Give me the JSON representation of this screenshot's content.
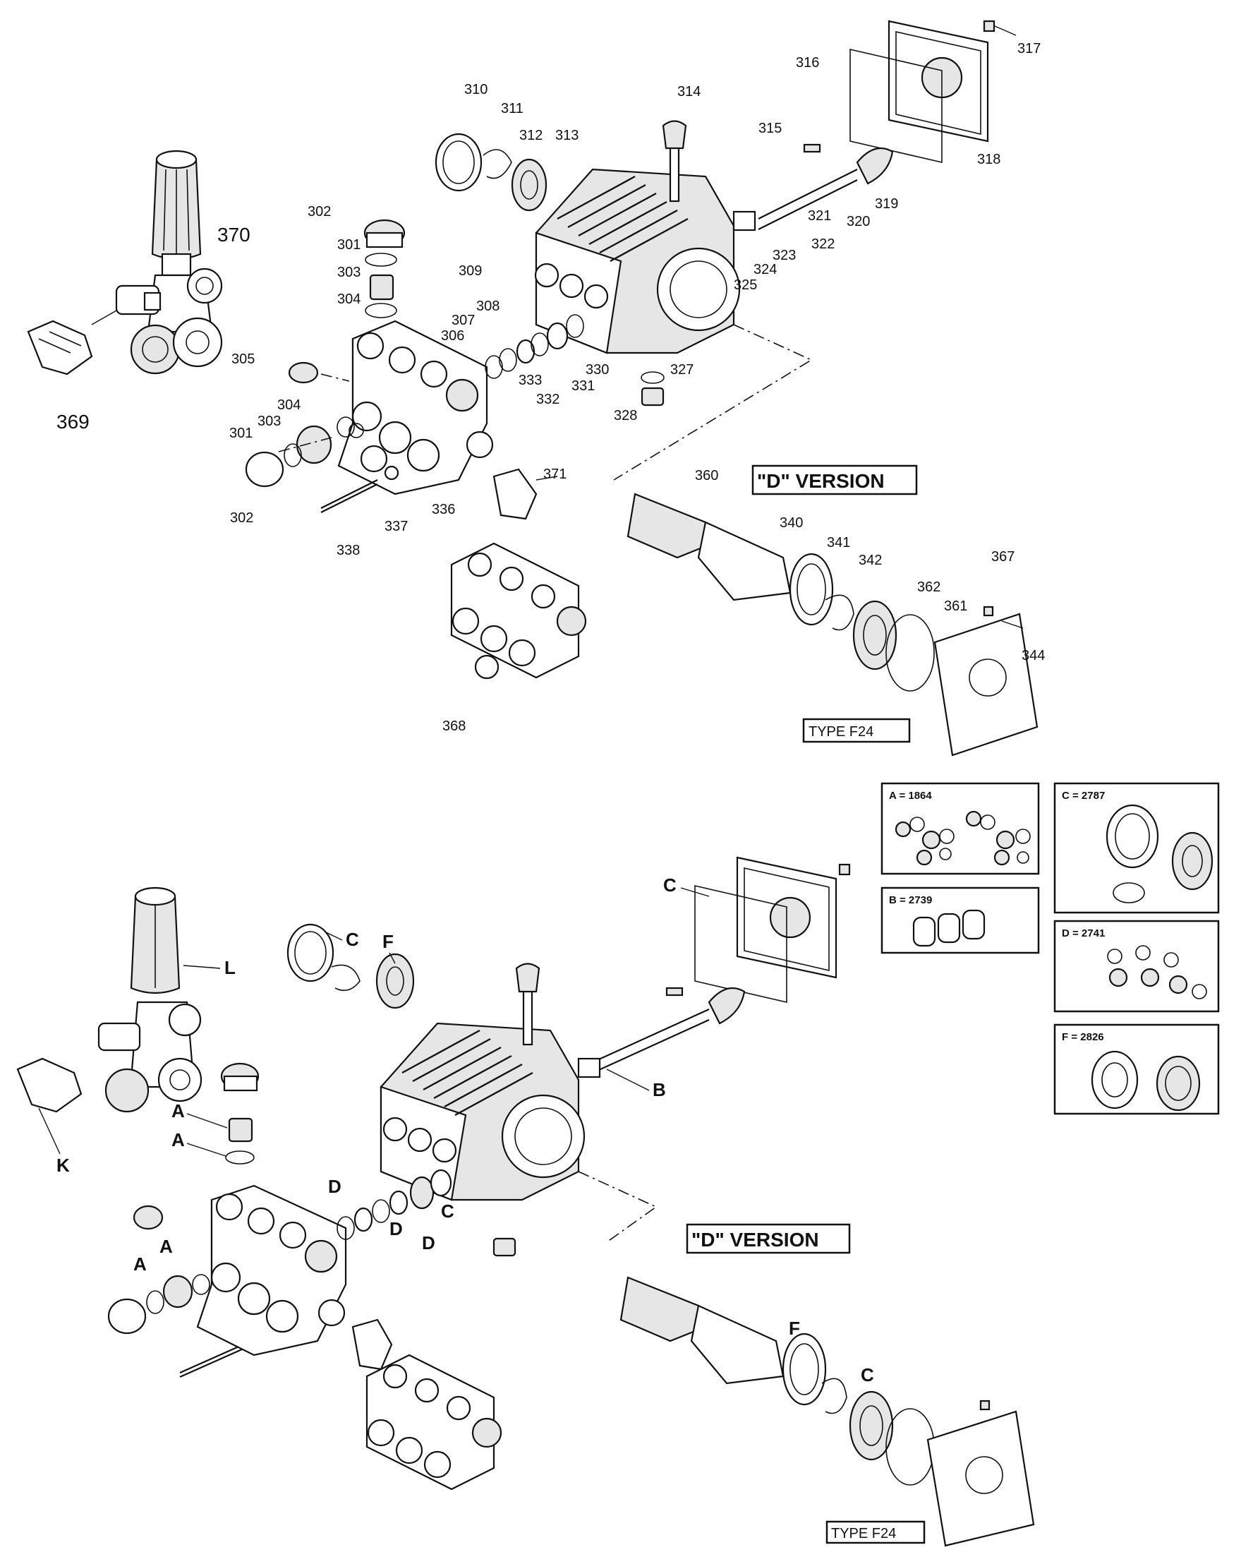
{
  "diagram": {
    "top_labels": {
      "p301a": "301",
      "p301b": "301",
      "p302a": "302",
      "p302b": "302",
      "p303a": "303",
      "p303b": "303",
      "p304a": "304",
      "p304b": "304",
      "p305": "305",
      "p306": "306",
      "p307": "307",
      "p308": "308",
      "p309": "309",
      "p310": "310",
      "p311": "311",
      "p312": "312",
      "p313": "313",
      "p314": "314",
      "p315": "315",
      "p316": "316",
      "p317": "317",
      "p318": "318",
      "p319": "319",
      "p320": "320",
      "p321": "321",
      "p322": "322",
      "p323": "323",
      "p324": "324",
      "p325": "325",
      "p327": "327",
      "p328": "328",
      "p330": "330",
      "p331": "331",
      "p332": "332",
      "p333": "333",
      "p336": "336",
      "p337": "337",
      "p338": "338",
      "p340": "340",
      "p341": "341",
      "p342": "342",
      "p344": "344",
      "p360": "360",
      "p361": "361",
      "p362": "362",
      "p367": "367",
      "p368": "368",
      "p369": "369",
      "p370": "370",
      "p371": "371"
    },
    "d_version_top": "\"D\" VERSION",
    "type_top": "TYPE F24",
    "d_version_bottom": "\"D\" VERSION",
    "type_bottom": "TYPE F24",
    "kit_letters": {
      "L": "L",
      "K": "K",
      "B": "B",
      "A1": "A",
      "A2": "A",
      "A3": "A",
      "A4": "A",
      "C1": "C",
      "C2": "C",
      "C3": "C",
      "C4": "C",
      "D1": "D",
      "D2": "D",
      "D3": "D",
      "F1": "F",
      "F2": "F"
    },
    "kits": {
      "a": "A = 1864",
      "b": "B = 2739",
      "c": "C = 2787",
      "d": "D = 2741",
      "f": "F = 2826"
    }
  }
}
